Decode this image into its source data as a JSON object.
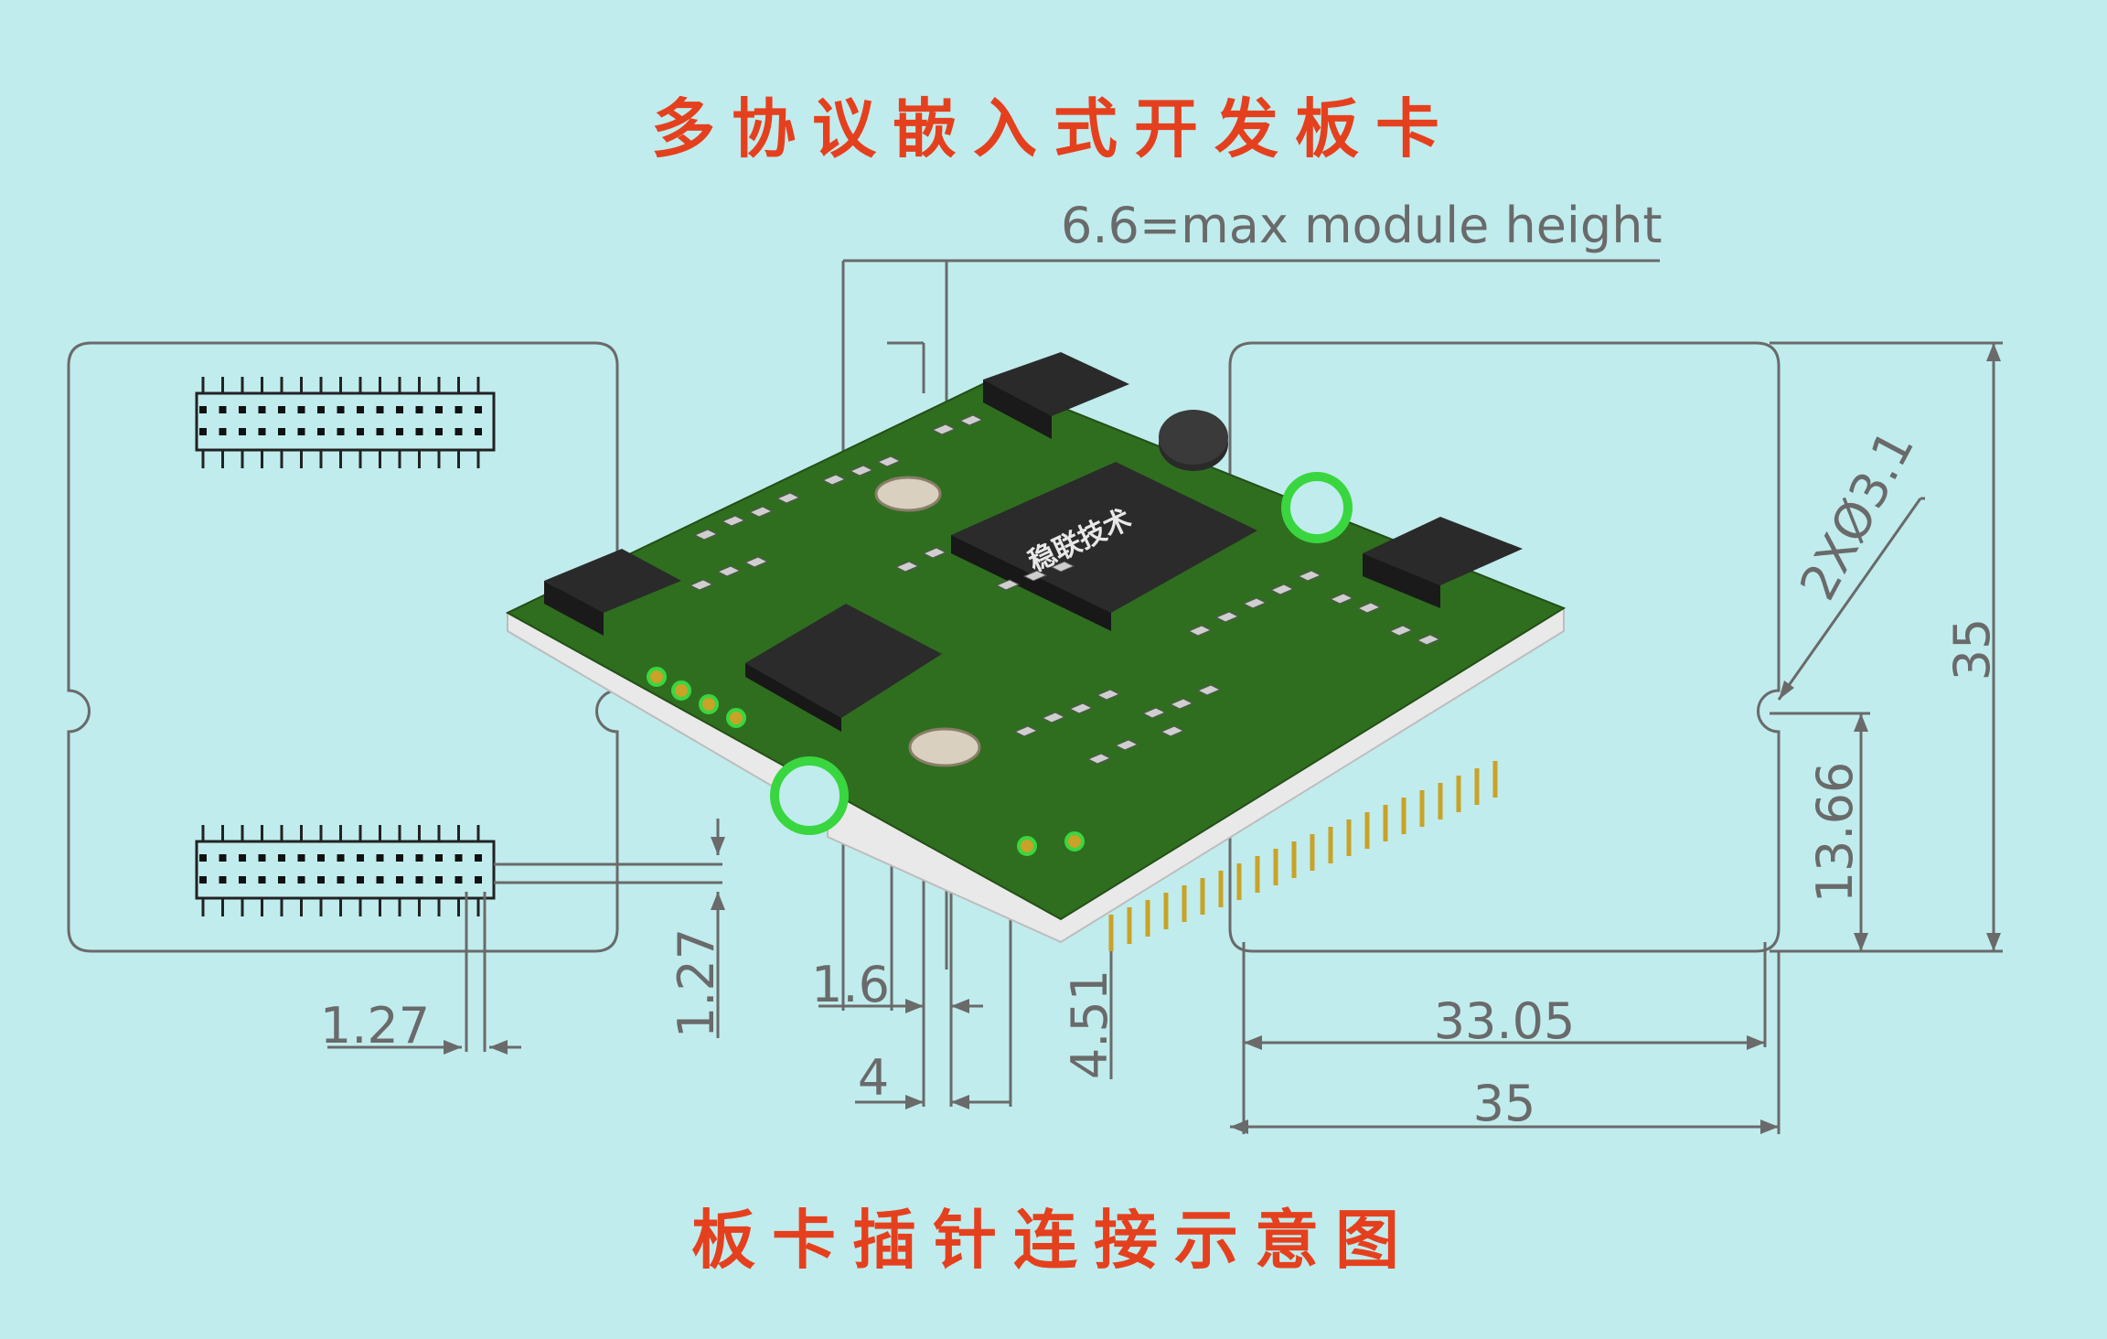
{
  "title": "多协议嵌入式开发板卡",
  "caption": "板卡插针连接示意图",
  "board_chip_label": "稳联技术",
  "dimensions": {
    "max_height": "6.6=max module height",
    "holes": "2XØ3.1",
    "width_outer": "35",
    "height_outer": "35",
    "width_inner": "33.05",
    "hole_offset": "13.66",
    "pin_pitch_horizontal": "1.27",
    "pin_pitch_vertical": "1.27",
    "pcb_thickness": "1.6",
    "pin_length": "4",
    "pin_total": "4.51"
  },
  "colors": {
    "background": "#c0eced",
    "title": "#e5401e",
    "pcb": "#2f6e1f",
    "chip": "#262626",
    "line": "#6a6a6a"
  }
}
